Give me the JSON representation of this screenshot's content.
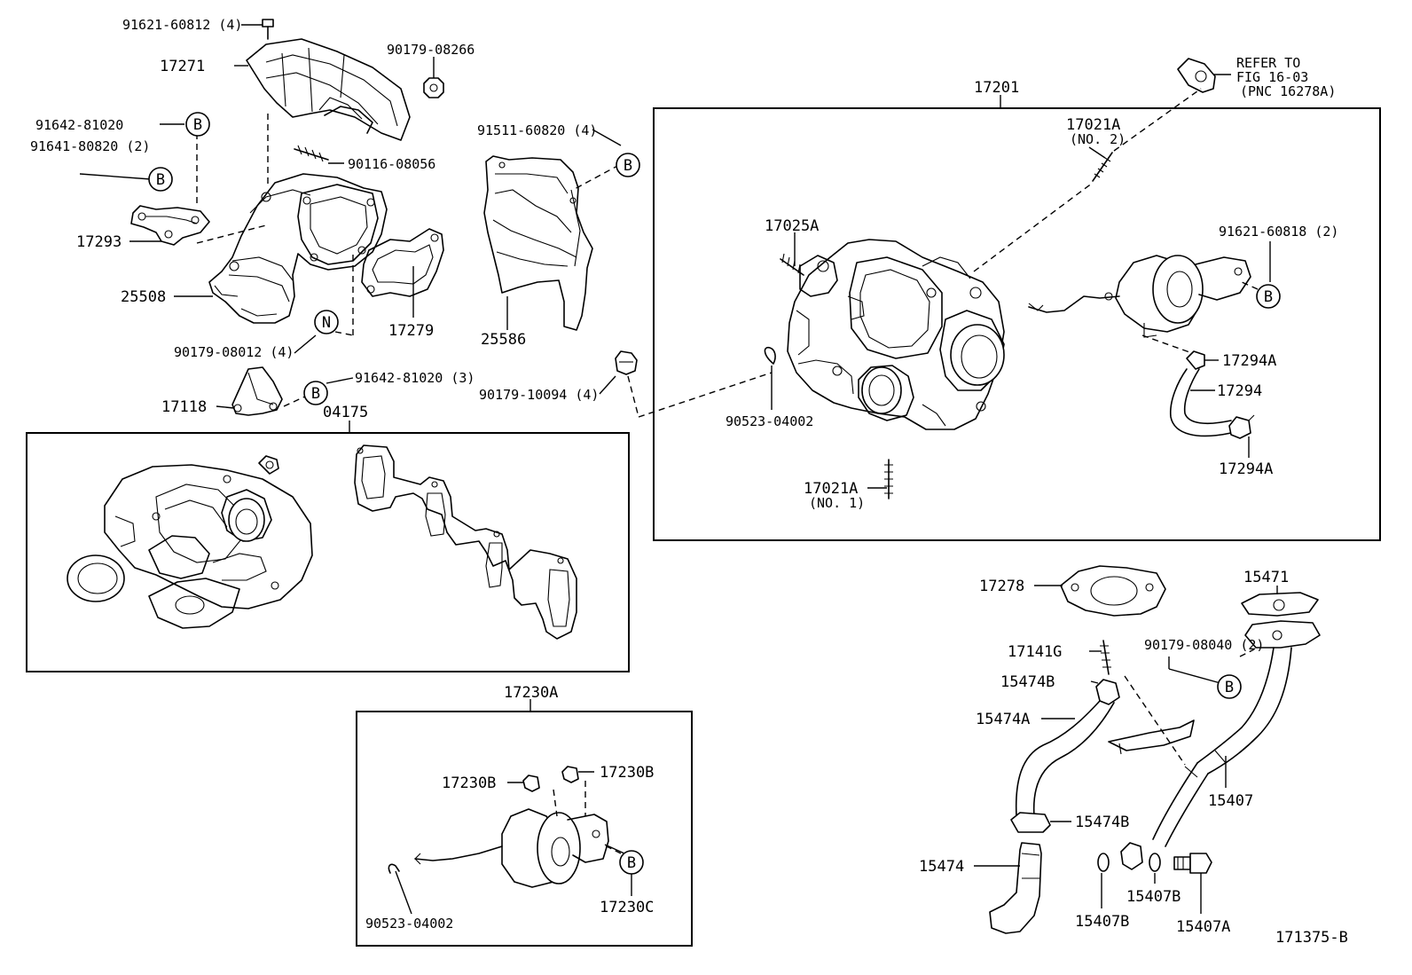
{
  "diagram": {
    "figure_code": "171375-B",
    "refer_note": [
      "REFER TO",
      "FIG 16-03",
      "(PNC 16278A)"
    ],
    "kits": {
      "turbo_assy": "17201",
      "gasket_kit": "04175",
      "actuator_assy": "17230A"
    },
    "labels": {
      "p91621_60812": "91621-60812 (4)",
      "p17271": "17271",
      "p90179_08266": "90179-08266",
      "p91642_81020": "91642-81020",
      "p91641_80820": "91641-80820 (2)",
      "p90116_08056": "90116-08056",
      "p17293": "17293",
      "p25508": "25508",
      "p17279": "17279",
      "p90179_08012": "90179-08012 (4)",
      "p91642_81020_3": "91642-81020 (3)",
      "p17118": "17118",
      "p91511_60820": "91511-60820 (4)",
      "p25586": "25586",
      "p90179_10094": "90179-10094 (4)",
      "p17021A_no2": "17021A",
      "p17021A_no2_sub": "(NO. 2)",
      "p17025A": "17025A",
      "p91621_60818": "91621-60818 (2)",
      "p17294A_top": "17294A",
      "p17294": "17294",
      "p17294A_bot": "17294A",
      "p90523_04002": "90523-04002",
      "p17021A_no1": "17021A",
      "p17021A_no1_sub": "(NO. 1)",
      "p17278": "17278",
      "p15471": "15471",
      "p17141G": "17141G",
      "p90179_08040": "90179-08040 (2)",
      "p15474B_top": "15474B",
      "p15474A": "15474A",
      "p15407": "15407",
      "p15474B_bot": "15474B",
      "p15474": "15474",
      "p15407B_left": "15407B",
      "p15407B_right": "15407B",
      "p15407A": "15407A",
      "p17230B_left": "17230B",
      "p17230B_right": "17230B",
      "p17230C": "17230C",
      "p90523_04002_b": "90523-04002"
    },
    "callouts": {
      "b": "B",
      "n": "N"
    }
  }
}
